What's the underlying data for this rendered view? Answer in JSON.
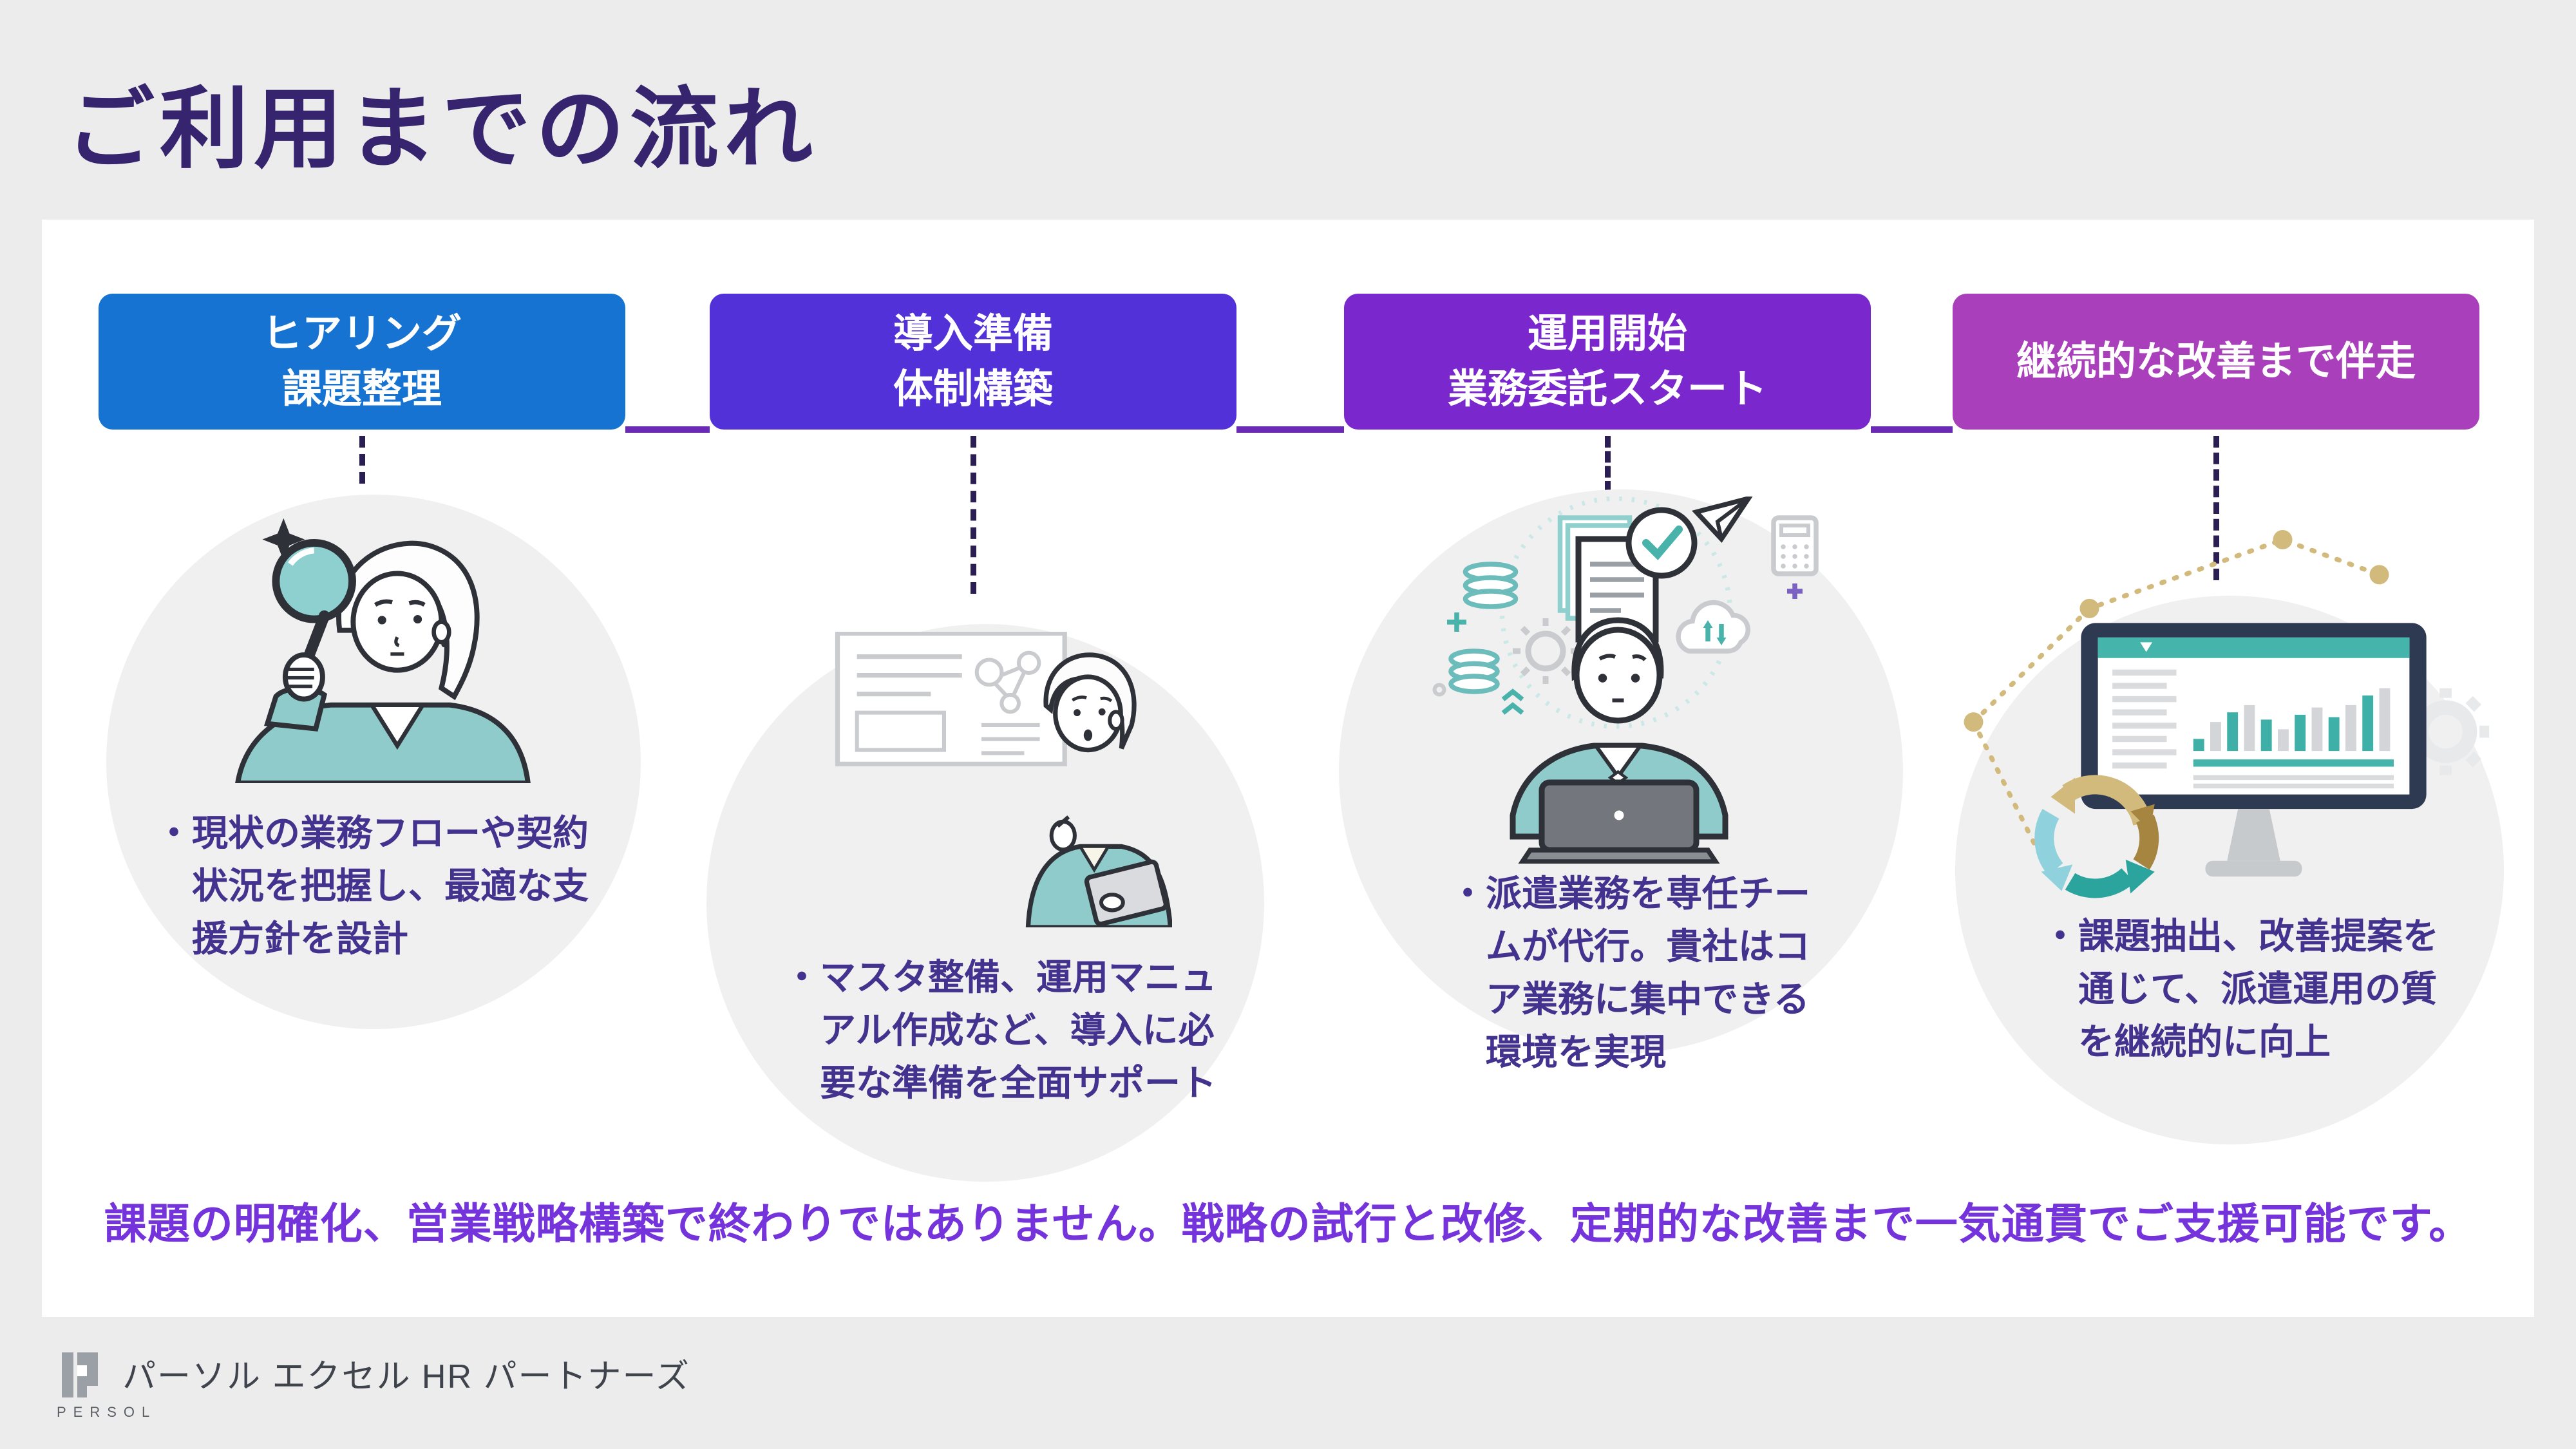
{
  "page": {
    "title": "ご利用までの流れ",
    "background": "#ECECEC",
    "card_background": "#FFFFFF"
  },
  "colors": {
    "title_text": "#37246E",
    "description_text": "#43338E",
    "footer_text": "#7433DB",
    "connector_line": "#6B2AB5",
    "dashed_line": "#2A1E52",
    "circle_background": "#F1F0F0",
    "jacket_teal": "#8FCBCA",
    "chart_teal": "#3FB0A8",
    "gold": "#D2BA7C",
    "gold_dark": "#A5853F",
    "monitor_navy": "#2E3A52",
    "logo_gray": "#9BA0A7"
  },
  "steps": [
    {
      "id": "hearing",
      "label_lines": [
        "ヒアリング",
        "課題整理"
      ],
      "box_color": "#1673D2",
      "desc_lines": [
        "・現状の業務フローや契約",
        "状況を把握し、最適な支",
        "援方針を設計",
        ""
      ],
      "illustration": "magnifier-person"
    },
    {
      "id": "preparation",
      "label_lines": [
        "導入準備",
        "体制構築"
      ],
      "box_color": "#5331D9",
      "desc_lines": [
        "・マスタ整備、運用マニュ",
        "アル作成など、導入に必",
        "要な準備を全面サポート",
        ""
      ],
      "illustration": "whiteboard-presenter"
    },
    {
      "id": "operation-start",
      "label_lines": [
        "運用開始",
        "業務委託スタート"
      ],
      "box_color": "#7A27CE",
      "desc_lines": [
        "・派遣業務を専任チー",
        "ムが代行。貴社はコ",
        "ア業務に集中できる",
        "環境を実現"
      ],
      "illustration": "laptop-operator"
    },
    {
      "id": "continuous-improvement",
      "label_lines": [
        "継続的な改善まで伴走",
        ""
      ],
      "box_color": "#A93FBA",
      "desc_lines": [
        "・課題抽出、改善提案を",
        "通じて、派遣運用の質",
        "を継続的に向上",
        ""
      ],
      "illustration": "improvement-monitor"
    }
  ],
  "footer": {
    "note": "課題の明確化、営業戦略構築で終わりではありません。戦略の試行と改修、定期的な改善まで一気通貫でご支援可能です。"
  },
  "logo": {
    "brand": "PERSOL",
    "company": "パーソル エクセル HR パートナーズ"
  }
}
